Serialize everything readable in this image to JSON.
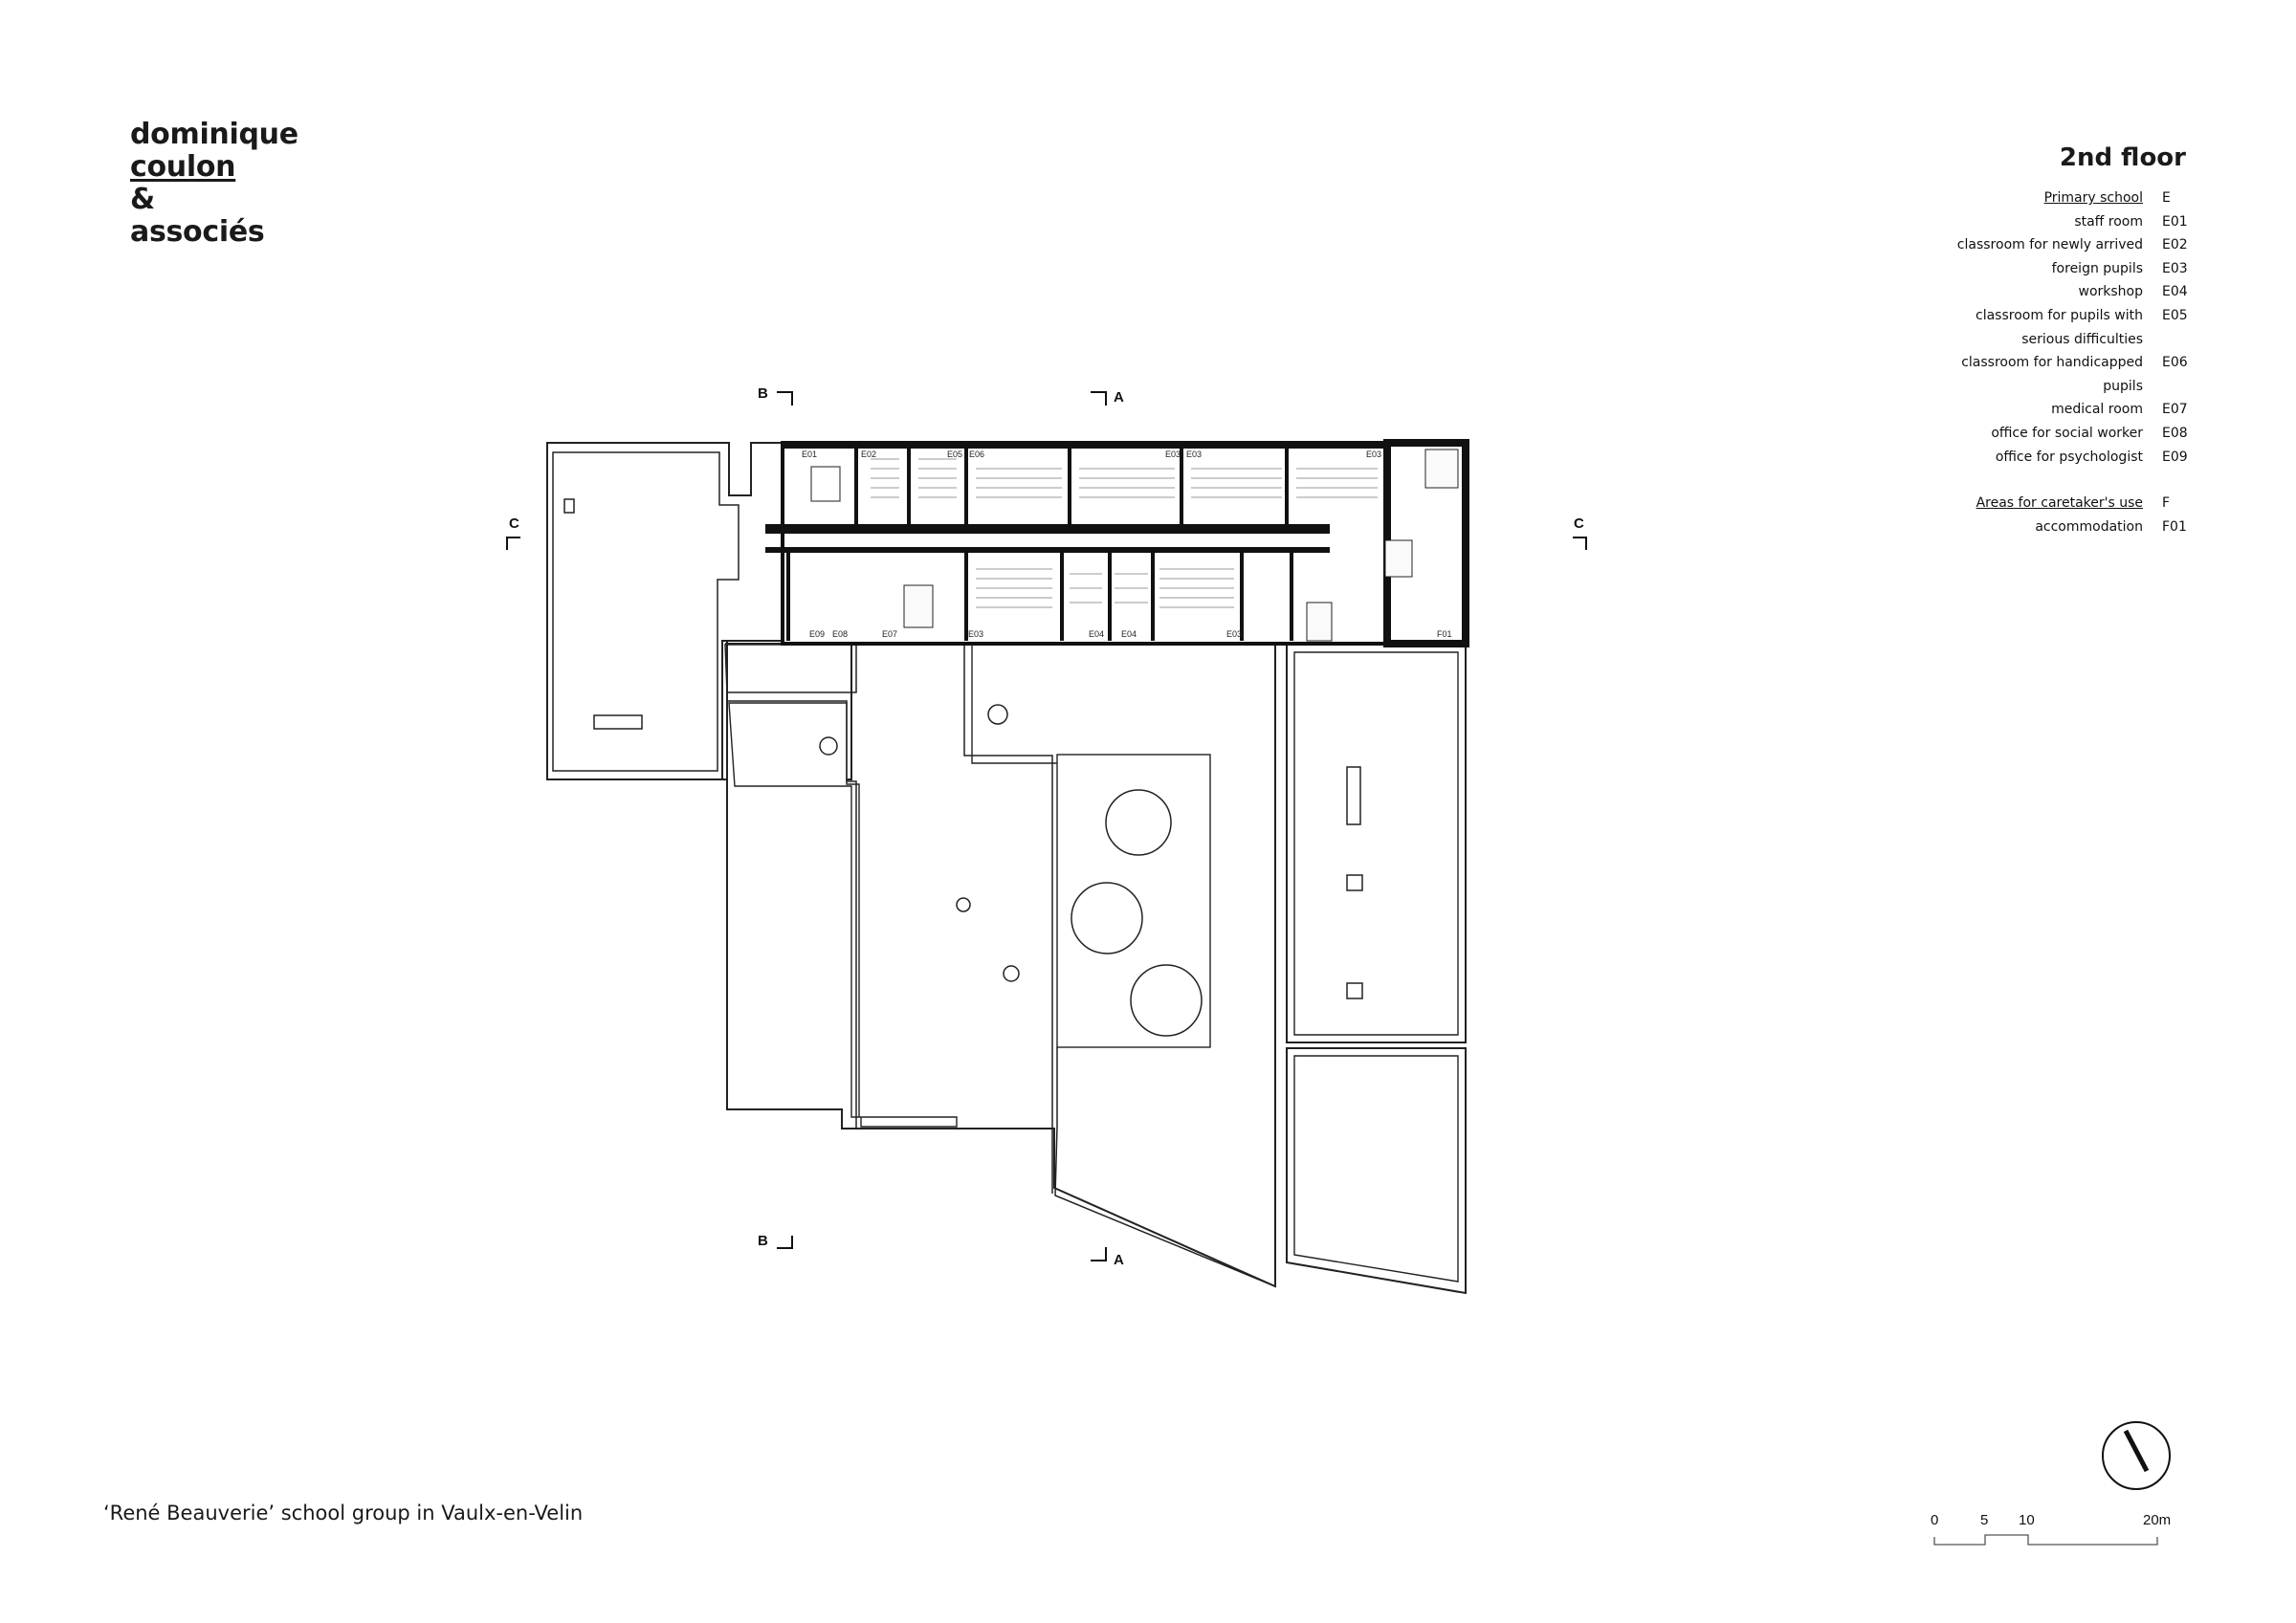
{
  "logo": {
    "line1": "dominique",
    "line2": "coulon",
    "line3": "&",
    "line4": "associés"
  },
  "floor_title": "2nd floor",
  "legend": [
    {
      "label": "Primary school",
      "code": "E",
      "heading": true
    },
    {
      "label": "staff room",
      "code": "E01"
    },
    {
      "label": "classroom for newly arrived",
      "code": "E02"
    },
    {
      "label": "foreign pupils",
      "code": "E03"
    },
    {
      "label": "workshop",
      "code": "E04"
    },
    {
      "label": "classroom for pupils with",
      "code": "E05"
    },
    {
      "label": "serious difficulties",
      "code": ""
    },
    {
      "label": "classroom for handicapped",
      "code": "E06"
    },
    {
      "label": "pupils",
      "code": ""
    },
    {
      "label": "medical room",
      "code": "E07"
    },
    {
      "label": "office for social worker",
      "code": "E08"
    },
    {
      "label": "office for psychologist",
      "code": "E09"
    },
    {
      "label": "Areas for caretaker's use",
      "code": "F",
      "heading": true,
      "gap": true
    },
    {
      "label": "accommodation",
      "code": "F01"
    }
  ],
  "section_markers": {
    "a": "A",
    "b": "B",
    "c": "C"
  },
  "room_codes_top": [
    "E01",
    "E02",
    "E05",
    "E06",
    "E03",
    "E03",
    "E03"
  ],
  "room_codes_bottom": [
    "E09",
    "E08",
    "E07",
    "E03",
    "E04",
    "E04",
    "E03",
    "F01"
  ],
  "scale_bar": {
    "labels": [
      "0",
      "5",
      "10",
      "20m"
    ]
  },
  "caption": "‘René Beauverie’ school group in Vaulx-en-Velin"
}
